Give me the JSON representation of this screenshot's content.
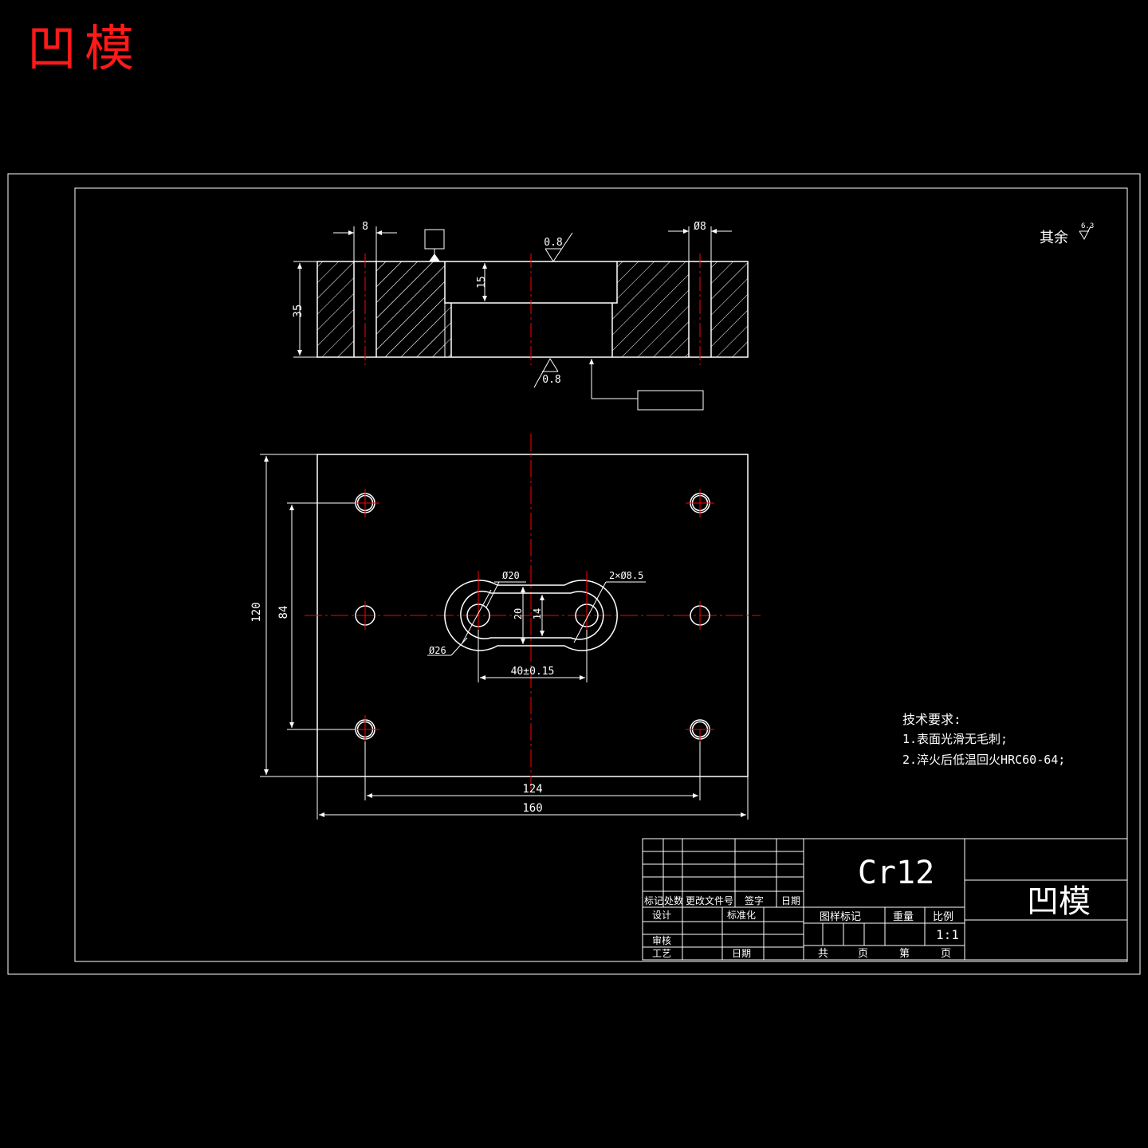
{
  "page_title": "凹模",
  "views": {
    "section": {
      "dim_thickness": "35",
      "dim_pocket_depth": "15",
      "dim_left_hole": "8",
      "dim_right_hole": "Ø8",
      "roughness_top": "0.8",
      "roughness_bottom": "0.8"
    },
    "plan": {
      "dim_height": "120",
      "dim_hole_spacing_v": "84",
      "dim_hole_spacing_h": "124",
      "dim_width": "160",
      "dim_center_distance": "40±0.15",
      "dim_slot_outer": "20",
      "dim_slot_inner": "14",
      "dim_dia_20": "Ø20",
      "dim_dia_26": "Ø26",
      "dim_holes": "2×Ø8.5"
    }
  },
  "surface_note": {
    "label": "其余",
    "value": "6.3"
  },
  "tech_requirements": {
    "heading": "技术要求:",
    "items": [
      "1.表面光滑无毛刺;",
      "2.淬火后低温回火HRC60-64;"
    ]
  },
  "title_block": {
    "material": "Cr12",
    "part_name": "凹模",
    "header_labels": [
      "标记",
      "处数",
      "更改文件号",
      "签字",
      "日期"
    ],
    "row_design": "设计",
    "row_standardize": "标准化",
    "row_review": "审核",
    "row_process": "工艺",
    "row_date": "日期",
    "label_drawing_mark": "图样标记",
    "label_weight": "重量",
    "label_scale": "比例",
    "scale_value": "1:1",
    "label_total": "共",
    "label_page": "页",
    "label_sheet": "第",
    "label_page2": "页"
  },
  "colors": {
    "background": "#000000",
    "lines": "#ffffff",
    "centerlines": "#ff0000",
    "title": "#ff1a1a"
  }
}
